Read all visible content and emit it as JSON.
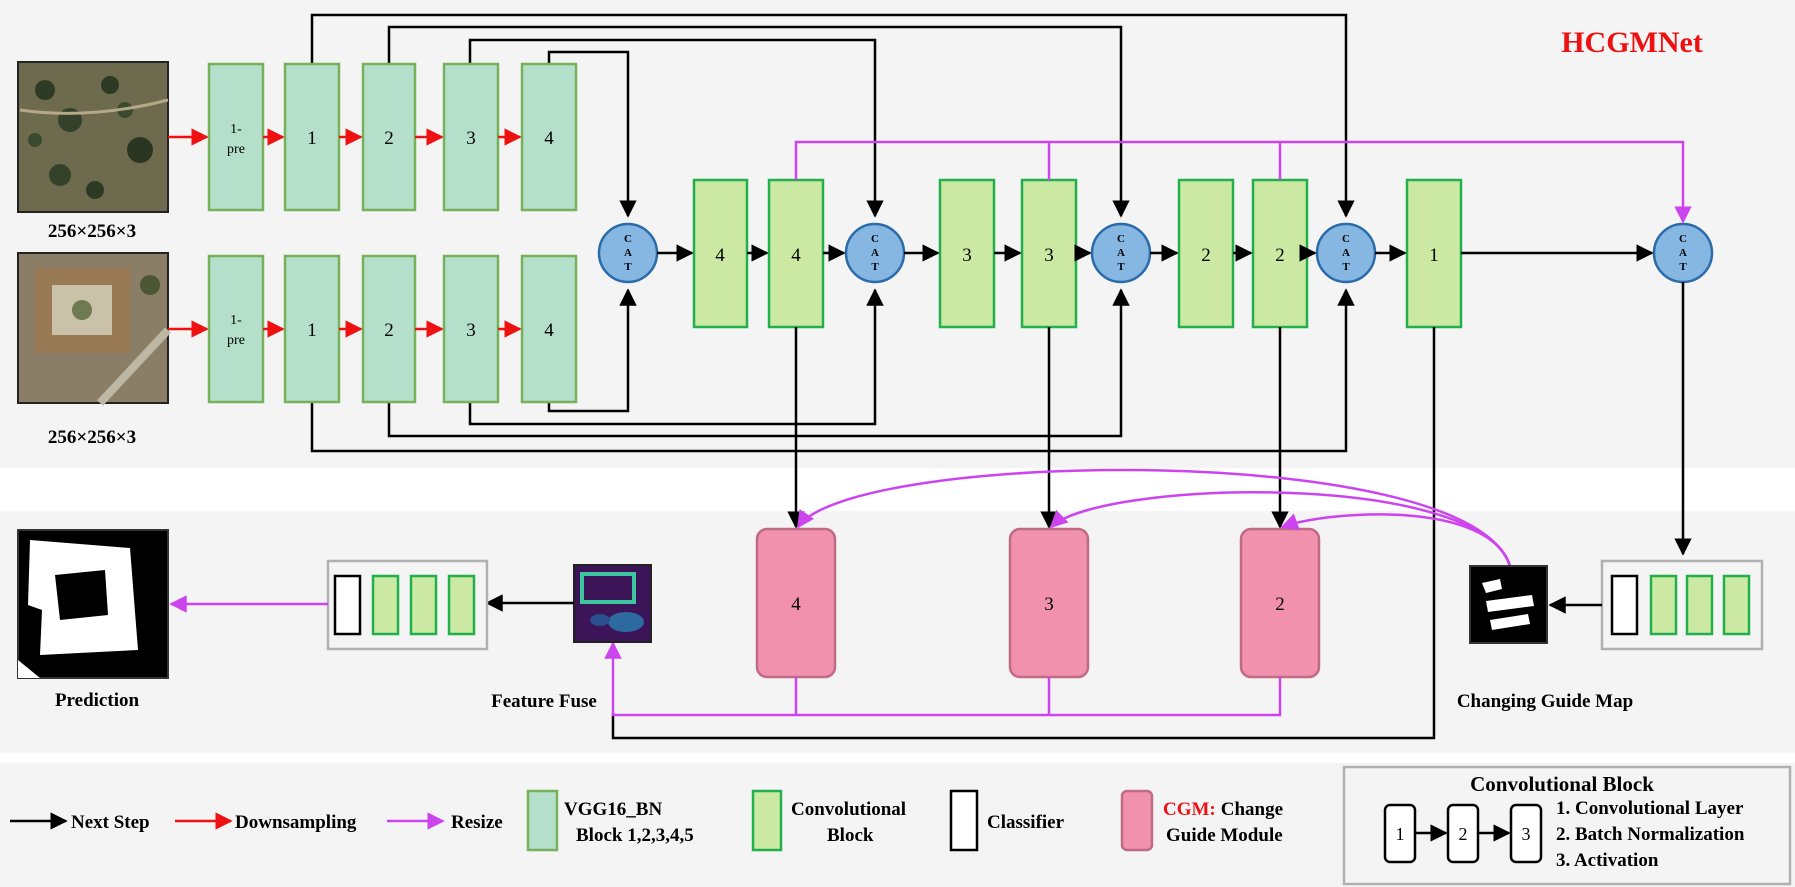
{
  "title": "HCGMNet",
  "colors": {
    "title": "#ee1111",
    "vgg_fill": "#b3dfcb",
    "vgg_stroke": "#77b25a",
    "conv_fill": "#cbe9a2",
    "conv_stroke": "#22b04c",
    "cat_fill": "#86b7e3",
    "cat_stroke": "#2b6ba8",
    "cgm_fill": "#f191ae",
    "cgm_stroke": "#c06a85",
    "arrow_next": "#000000",
    "arrow_down": "#ee1111",
    "arrow_resize": "#cc44ee",
    "panel_bg": "#f4f4f4"
  },
  "inputs": {
    "top_size": "256×256×3",
    "bottom_size": "256×256×3"
  },
  "encoder": {
    "pre_label_1": "1-",
    "pre_label_2": "pre",
    "blocks": [
      "1",
      "2",
      "3",
      "4"
    ]
  },
  "cat": [
    "C",
    "A",
    "T"
  ],
  "decoder": {
    "stages": [
      "4",
      "4",
      "3",
      "3",
      "2",
      "2",
      "1"
    ]
  },
  "cgm": {
    "blocks": [
      "4",
      "3",
      "2"
    ]
  },
  "labels": {
    "prediction": "Prediction",
    "feature_fuse": "Feature Fuse",
    "changing_guide_map": "Changing Guide Map"
  },
  "legend": {
    "next_step": "Next Step",
    "downsampling": "Downsampling",
    "resize": "Resize",
    "vgg_1": "VGG16_BN",
    "vgg_2": "Block 1,2,3,4,5",
    "conv_1": "Convolutional",
    "conv_2": "Block",
    "classifier": "Classifier",
    "cgm_prefix": "CGM:",
    "cgm_1": "Change",
    "cgm_2": "Guide Module"
  },
  "conv_block_box": {
    "title": "Convolutional Block",
    "steps": [
      "1",
      "2",
      "3"
    ],
    "items": [
      "1. Convolutional Layer",
      "2. Batch Normalization",
      "3. Activation"
    ]
  }
}
